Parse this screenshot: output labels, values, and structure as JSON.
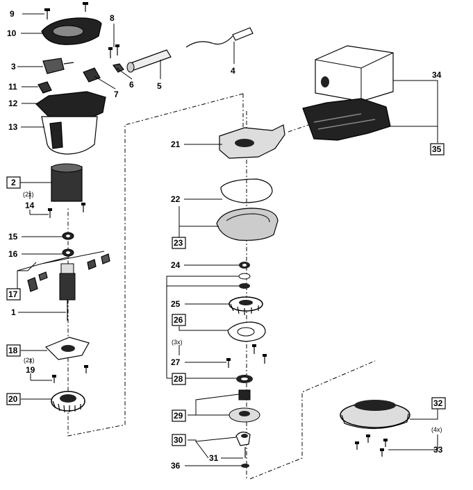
{
  "labels": {
    "p1": "1",
    "p2": "2",
    "p3": "3",
    "p4": "4",
    "p5": "5",
    "p6": "6",
    "p7": "7",
    "p8": "8",
    "p9": "9",
    "p10": "10",
    "p11": "11",
    "p12": "12",
    "p13": "13",
    "p14": "14",
    "p15": "15",
    "p16": "16",
    "p17": "17",
    "p18": "18",
    "p19": "19",
    "p20": "20",
    "p21": "21",
    "p22": "22",
    "p23": "23",
    "p24": "24",
    "p25": "25",
    "p26": "26",
    "p27": "27",
    "p28": "28",
    "p29": "29",
    "p30": "30",
    "p31": "31",
    "p32": "32",
    "p33": "33",
    "p34": "34",
    "p35": "35",
    "p36": "36"
  },
  "quantities": {
    "q14": "(2x)",
    "q19": "(2x)",
    "q27": "(3x)",
    "q33": "(4x)"
  }
}
